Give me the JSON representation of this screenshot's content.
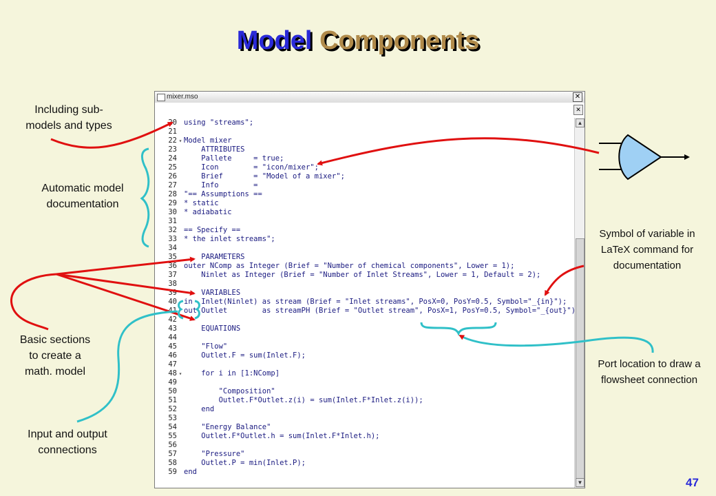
{
  "title": {
    "word1": "Model",
    "word2": "Components"
  },
  "window": {
    "title": "mixer.mso",
    "close_symbol": "✕",
    "scroll_up": "▲",
    "scroll_down": "▼"
  },
  "code_lines": [
    {
      "n": "20",
      "fold": "",
      "text": "using \"streams\";"
    },
    {
      "n": "21",
      "fold": "",
      "text": ""
    },
    {
      "n": "22",
      "fold": "▾",
      "text": "Model mixer"
    },
    {
      "n": "23",
      "fold": "",
      "text": "    ATTRIBUTES"
    },
    {
      "n": "24",
      "fold": "",
      "text": "    Pallete     = true;"
    },
    {
      "n": "25",
      "fold": "",
      "text": "    Icon        = \"icon/mixer\";"
    },
    {
      "n": "26",
      "fold": "",
      "text": "    Brief       = \"Model of a mixer\";"
    },
    {
      "n": "27",
      "fold": "",
      "text": "    Info        ="
    },
    {
      "n": "28",
      "fold": "",
      "text": "\"== Assumptions =="
    },
    {
      "n": "29",
      "fold": "",
      "text": "* static"
    },
    {
      "n": "30",
      "fold": "",
      "text": "* adiabatic"
    },
    {
      "n": "31",
      "fold": "",
      "text": ""
    },
    {
      "n": "32",
      "fold": "",
      "text": "== Specify =="
    },
    {
      "n": "33",
      "fold": "",
      "text": "* the inlet streams\";"
    },
    {
      "n": "34",
      "fold": "",
      "text": ""
    },
    {
      "n": "35",
      "fold": "",
      "text": "    PARAMETERS"
    },
    {
      "n": "36",
      "fold": "",
      "text": "outer NComp as Integer (Brief = \"Number of chemical components\", Lower = 1);"
    },
    {
      "n": "37",
      "fold": "",
      "text": "    Ninlet as Integer (Brief = \"Number of Inlet Streams\", Lower = 1, Default = 2);"
    },
    {
      "n": "38",
      "fold": "",
      "text": ""
    },
    {
      "n": "39",
      "fold": "",
      "text": "    VARIABLES"
    },
    {
      "n": "40",
      "fold": "",
      "text": "in  Inlet(Ninlet) as stream (Brief = \"Inlet streams\", PosX=0, PosY=0.5, Symbol=\"_{in}\");"
    },
    {
      "n": "41",
      "fold": "",
      "text": "out Outlet        as streamPH (Brief = \"Outlet stream\", PosX=1, PosY=0.5, Symbol=\"_{out}\");"
    },
    {
      "n": "42",
      "fold": "",
      "text": ""
    },
    {
      "n": "43",
      "fold": "",
      "text": "    EQUATIONS"
    },
    {
      "n": "44",
      "fold": "",
      "text": ""
    },
    {
      "n": "45",
      "fold": "",
      "text": "    \"Flow\""
    },
    {
      "n": "46",
      "fold": "",
      "text": "    Outlet.F = sum(Inlet.F);"
    },
    {
      "n": "47",
      "fold": "",
      "text": ""
    },
    {
      "n": "48",
      "fold": "▾",
      "text": "    for i in [1:NComp]"
    },
    {
      "n": "49",
      "fold": "",
      "text": ""
    },
    {
      "n": "50",
      "fold": "",
      "text": "        \"Composition\""
    },
    {
      "n": "51",
      "fold": "",
      "text": "        Outlet.F*Outlet.z(i) = sum(Inlet.F*Inlet.z(i));"
    },
    {
      "n": "52",
      "fold": "",
      "text": "    end"
    },
    {
      "n": "53",
      "fold": "",
      "text": ""
    },
    {
      "n": "54",
      "fold": "",
      "text": "    \"Energy Balance\""
    },
    {
      "n": "55",
      "fold": "",
      "text": "    Outlet.F*Outlet.h = sum(Inlet.F*Inlet.h);"
    },
    {
      "n": "56",
      "fold": "",
      "text": ""
    },
    {
      "n": "57",
      "fold": "",
      "text": "    \"Pressure\""
    },
    {
      "n": "58",
      "fold": "",
      "text": "    Outlet.P = min(Inlet.P);"
    },
    {
      "n": "59",
      "fold": "",
      "text": "end"
    }
  ],
  "annotations": {
    "submodels": [
      "Including sub-",
      "models and types"
    ],
    "autodoc": [
      "Automatic model",
      "documentation"
    ],
    "symbol": [
      "Symbol of variable in",
      "LaTeX command for",
      "documentation"
    ],
    "sections": [
      "Basic sections",
      "to create a",
      "math. model"
    ],
    "port": [
      "Port location to draw a",
      "flowsheet connection"
    ],
    "io": [
      "Input and output",
      "connections"
    ]
  },
  "colors": {
    "arrow": "#e01010",
    "bracket": "#30c0c8",
    "title_word1": "#2a2ad8",
    "title_word2": "#b08a4a"
  },
  "page_number": "47"
}
